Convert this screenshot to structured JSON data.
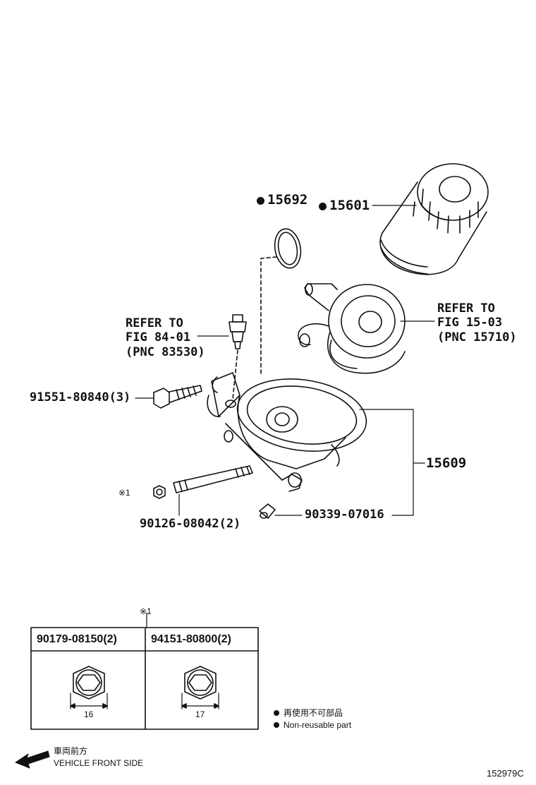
{
  "labels": {
    "p15692": "15692",
    "p15601": "15601",
    "refer_a_1": "REFER TO",
    "refer_a_2": "FIG 84-01",
    "refer_a_3": "(PNC 83530)",
    "refer_b_1": "REFER TO",
    "refer_b_2": "FIG 15-03",
    "refer_b_3": "(PNC 15710)",
    "p91551": "91551-80840(3)",
    "p15609": "15609",
    "mark1": "※1",
    "p90126": "90126-08042(2)",
    "p90339": "90339-07016"
  },
  "table": {
    "note": "※1",
    "col1_header": "90179-08150(2)",
    "col2_header": "94151-80800(2)",
    "col1_dim": "16",
    "col2_dim": "17"
  },
  "legend": {
    "jp": "再使用不可部品",
    "en": "Non-reusable part"
  },
  "direction": {
    "jp": "車両前方",
    "en": "VEHICLE FRONT SIDE"
  },
  "figure_id": "152979C"
}
